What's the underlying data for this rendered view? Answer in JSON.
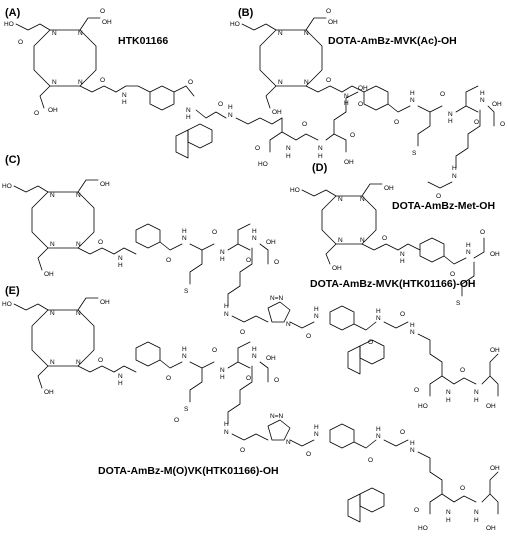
{
  "panels": [
    {
      "letter": "(A)",
      "name": "HTK01166"
    },
    {
      "letter": "(B)",
      "name": "DOTA-AmBz-MVK(Ac)-OH"
    },
    {
      "letter": "(C)",
      "name": ""
    },
    {
      "letter": "(D)",
      "name": "DOTA-AmBz-Met-OH"
    },
    {
      "letter": "(E)",
      "name": ""
    }
  ],
  "extra_labels": {
    "c_compound": "DOTA-AmBz-MVK(HTK01166)-OH",
    "e_compound": "DOTA-AmBz-M(O)VK(HTK01166)-OH"
  },
  "atoms": {
    "nitrogen": "N",
    "oxygen": "O",
    "sulfur": "S",
    "hydroxyl": "OH",
    "hydroxyl_left": "HO",
    "amide_h": "H",
    "triazole_n": "N",
    "triazole_n_eq": "N=N",
    "sulfoxide": "S",
    "sulfoxide_o": "O"
  }
}
